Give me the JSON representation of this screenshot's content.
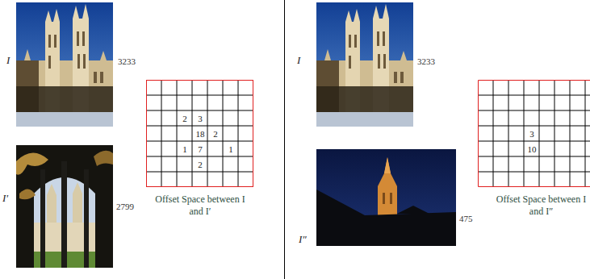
{
  "diagram": {
    "labels": [
      "I",
      "3233",
      "2",
      "3",
      "18",
      "2",
      "1",
      "7",
      "1",
      "2",
      "I′",
      "2799",
      "Offset Space between I and I′",
      "I",
      "3233",
      "3",
      "10",
      "I″",
      "475",
      "Offset Space between I and I″"
    ]
  }
}
